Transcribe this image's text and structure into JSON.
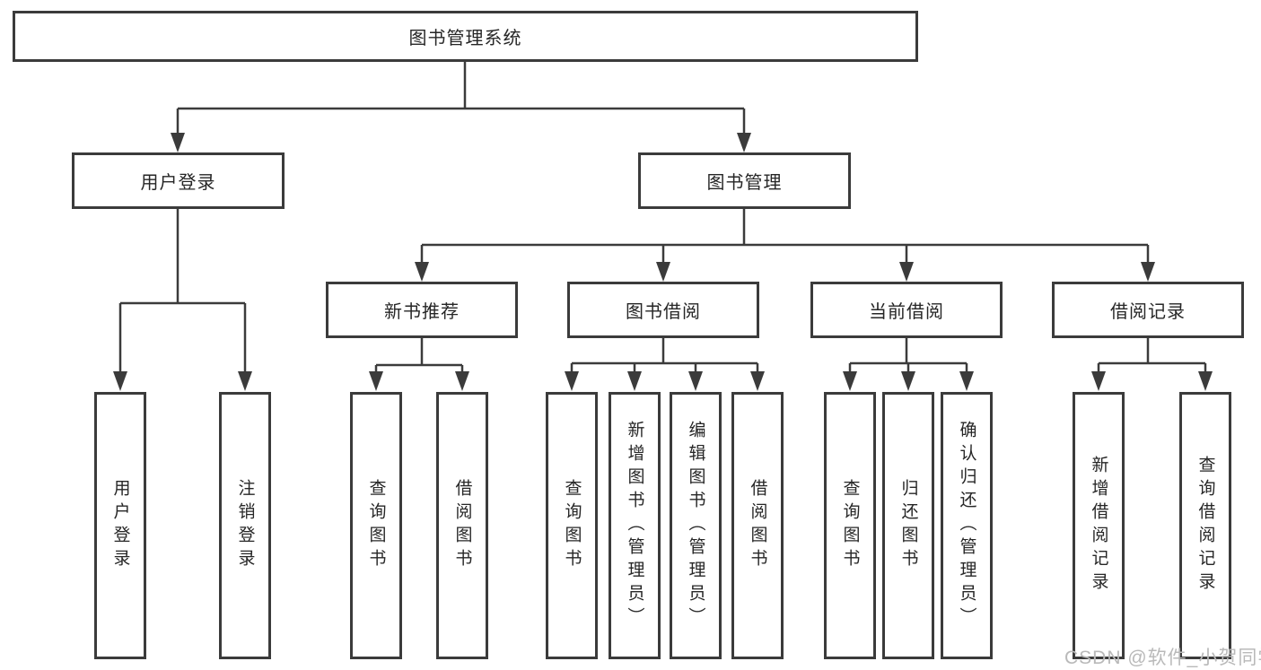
{
  "diagram_type": "hierarchy-tree",
  "watermark": "CSDN @软件_小贺同学",
  "colors": {
    "background": "#ffffff",
    "box_border": "#3b3b3b",
    "connector_line": "#3b3b3b",
    "text": "#262626",
    "watermark_text": "#b9b9b9"
  },
  "tree": {
    "label": "图书管理系统",
    "children": [
      {
        "label": "用户登录",
        "children": [
          {
            "label": "用户登录"
          },
          {
            "label": "注销登录"
          }
        ]
      },
      {
        "label": "图书管理",
        "children": [
          {
            "label": "新书推荐",
            "children": [
              {
                "label": "查询图书"
              },
              {
                "label": "借阅图书"
              }
            ]
          },
          {
            "label": "图书借阅",
            "children": [
              {
                "label": "查询图书"
              },
              {
                "label": "新增图书（管理员）"
              },
              {
                "label": "编辑图书（管理员）"
              },
              {
                "label": "借阅图书"
              }
            ]
          },
          {
            "label": "当前借阅",
            "children": [
              {
                "label": "查询图书"
              },
              {
                "label": "归还图书"
              },
              {
                "label": "确认归还（管理员）"
              }
            ]
          },
          {
            "label": "借阅记录",
            "children": [
              {
                "label": "新增借阅记录"
              },
              {
                "label": "查询借阅记录"
              }
            ]
          }
        ]
      }
    ]
  }
}
